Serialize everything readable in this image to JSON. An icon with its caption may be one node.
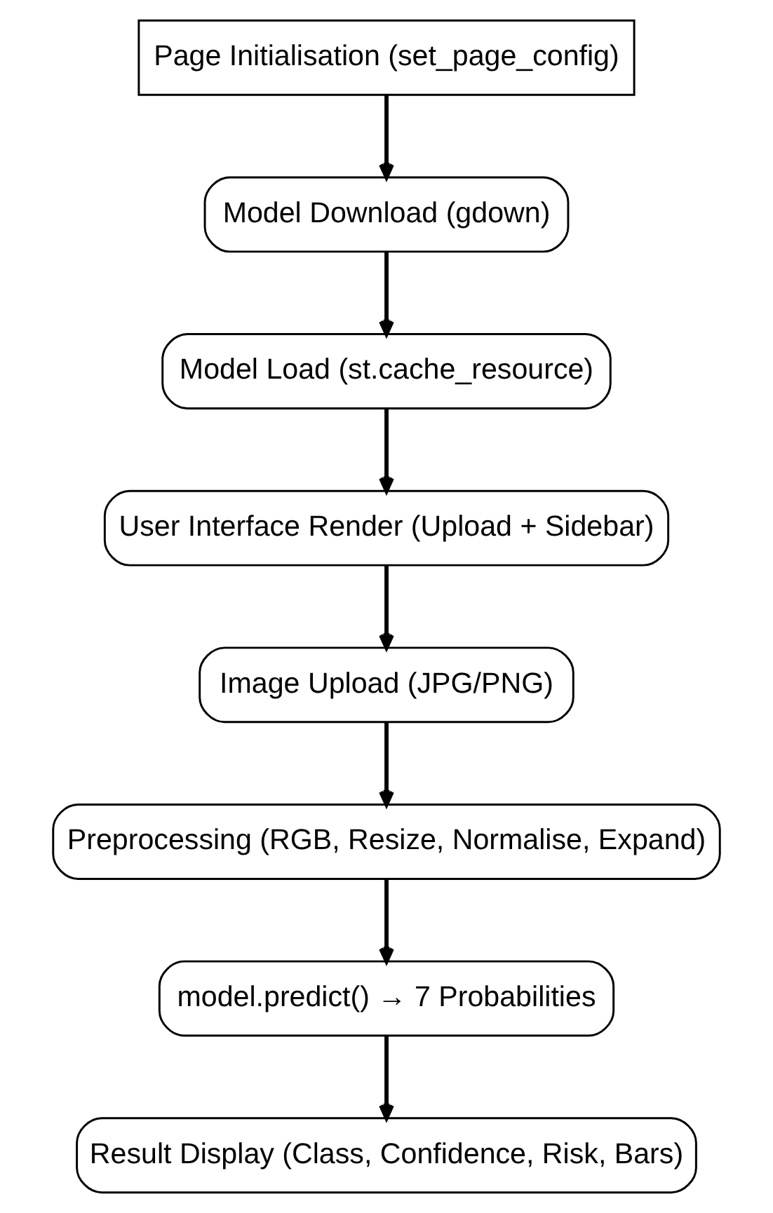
{
  "diagram": {
    "nodes": [
      {
        "text": [
          "Page Initialisation (set_page_config)"
        ]
      },
      {
        "text": [
          "Model Download (gdown)"
        ]
      },
      {
        "text": [
          "Model Load (st.cache_resource)"
        ]
      },
      {
        "text": [
          "User Interface Render (Upload + Sidebar)"
        ]
      },
      {
        "text": [
          "Image Upload (JPG/PNG)"
        ]
      },
      {
        "text": [
          "Preprocessing (RGB, Resize, Normalise, Expand)"
        ]
      },
      {
        "text": [
          "model.predict() → 7 Probabilities"
        ]
      },
      {
        "text": [
          "Result Display (Class, Confidence, Risk, Bars)"
        ]
      }
    ],
    "edges": [
      {
        "from": 0,
        "to": 1,
        "arrow": "to"
      },
      {
        "from": 1,
        "to": 2,
        "arrow": "to"
      },
      {
        "from": 2,
        "to": 3,
        "arrow": "to"
      },
      {
        "from": 3,
        "to": 4,
        "arrow": "to"
      },
      {
        "from": 4,
        "to": 5,
        "arrow": "to"
      },
      {
        "from": 5,
        "to": 6,
        "arrow": "to"
      },
      {
        "from": 6,
        "to": 7,
        "arrow": "to"
      }
    ]
  }
}
